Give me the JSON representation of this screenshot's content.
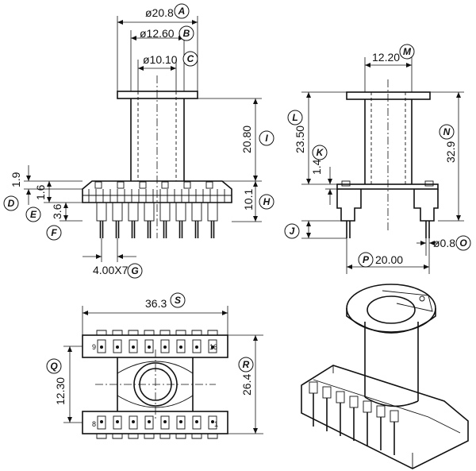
{
  "dims": {
    "d_20_8": "ø20.8",
    "d_12_60": "ø12.60",
    "d_10_10": "ø10.10",
    "d_20_80": "20.80",
    "d_10_1": "10.1",
    "d_1_9": "1.9",
    "d_1_6": "1.6",
    "d_3_6": "3.6",
    "d_4x7": "4.00X7",
    "d_12_20": "12.20",
    "d_23_50": "23.50",
    "d_1_4": "1.4",
    "d_32_9": "32.9",
    "d_20_00": "20.00",
    "d_0_8": "ø0.8",
    "d_36_3": "36.3",
    "d_12_30": "12.30",
    "d_26_4": "26.4"
  },
  "pins": {
    "top_left": "9",
    "top_right": "16",
    "bottom_left": "8",
    "bottom_right": "1"
  },
  "bubbles": [
    "A",
    "B",
    "C",
    "D",
    "E",
    "F",
    "G",
    "H",
    "I",
    "J",
    "K",
    "L",
    "M",
    "N",
    "O",
    "P",
    "Q",
    "R",
    "S"
  ]
}
